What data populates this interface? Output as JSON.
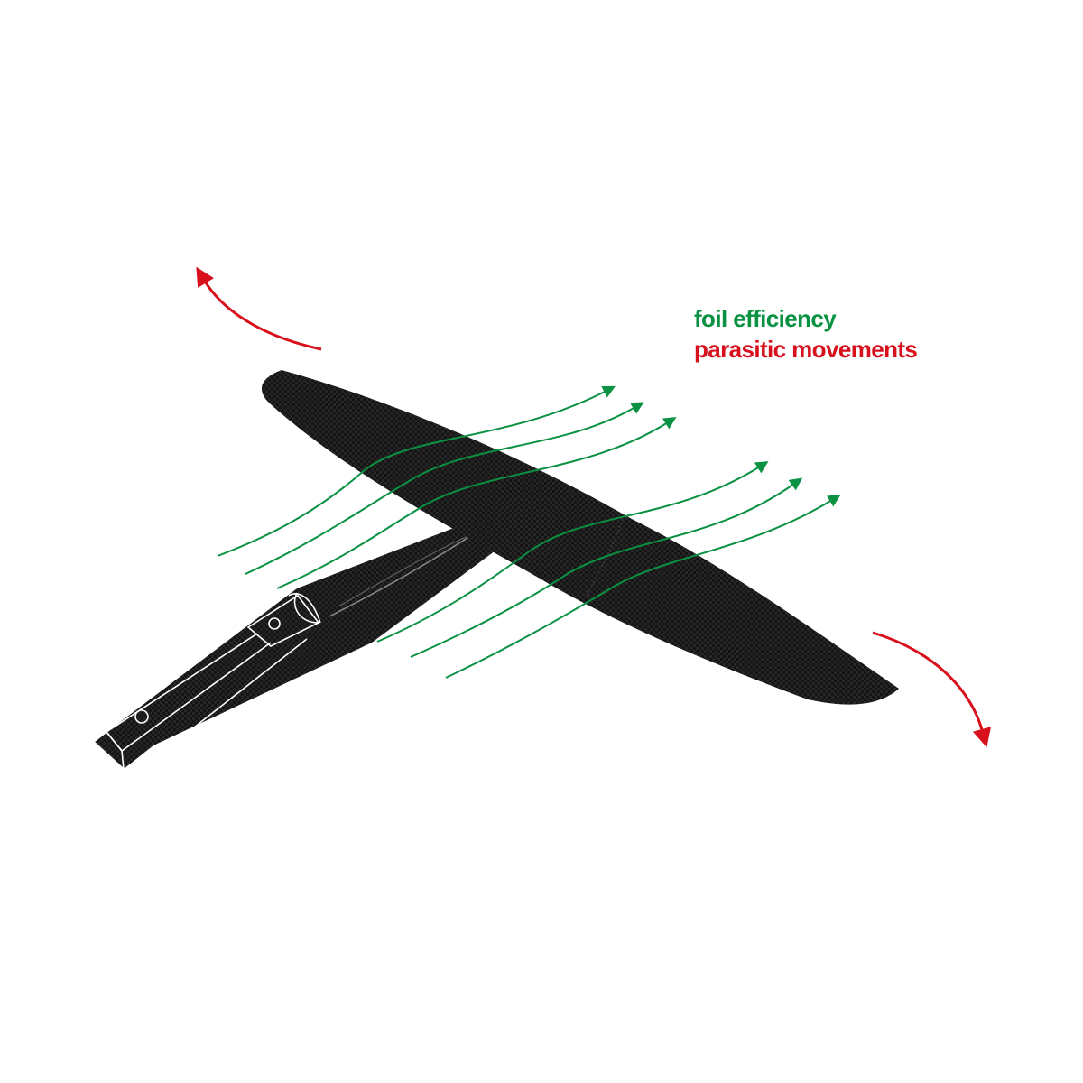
{
  "legend": {
    "efficiency_label": "foil efficiency",
    "parasitic_label": "parasitic movements"
  },
  "colors": {
    "efficiency": "#0a9142",
    "parasitic": "#d7101c",
    "carbon": "#151515",
    "background": "#ffffff"
  },
  "icons": {
    "flow_arrow": "arrowhead-triangle",
    "rotation_arrow": "curved-arrow"
  }
}
